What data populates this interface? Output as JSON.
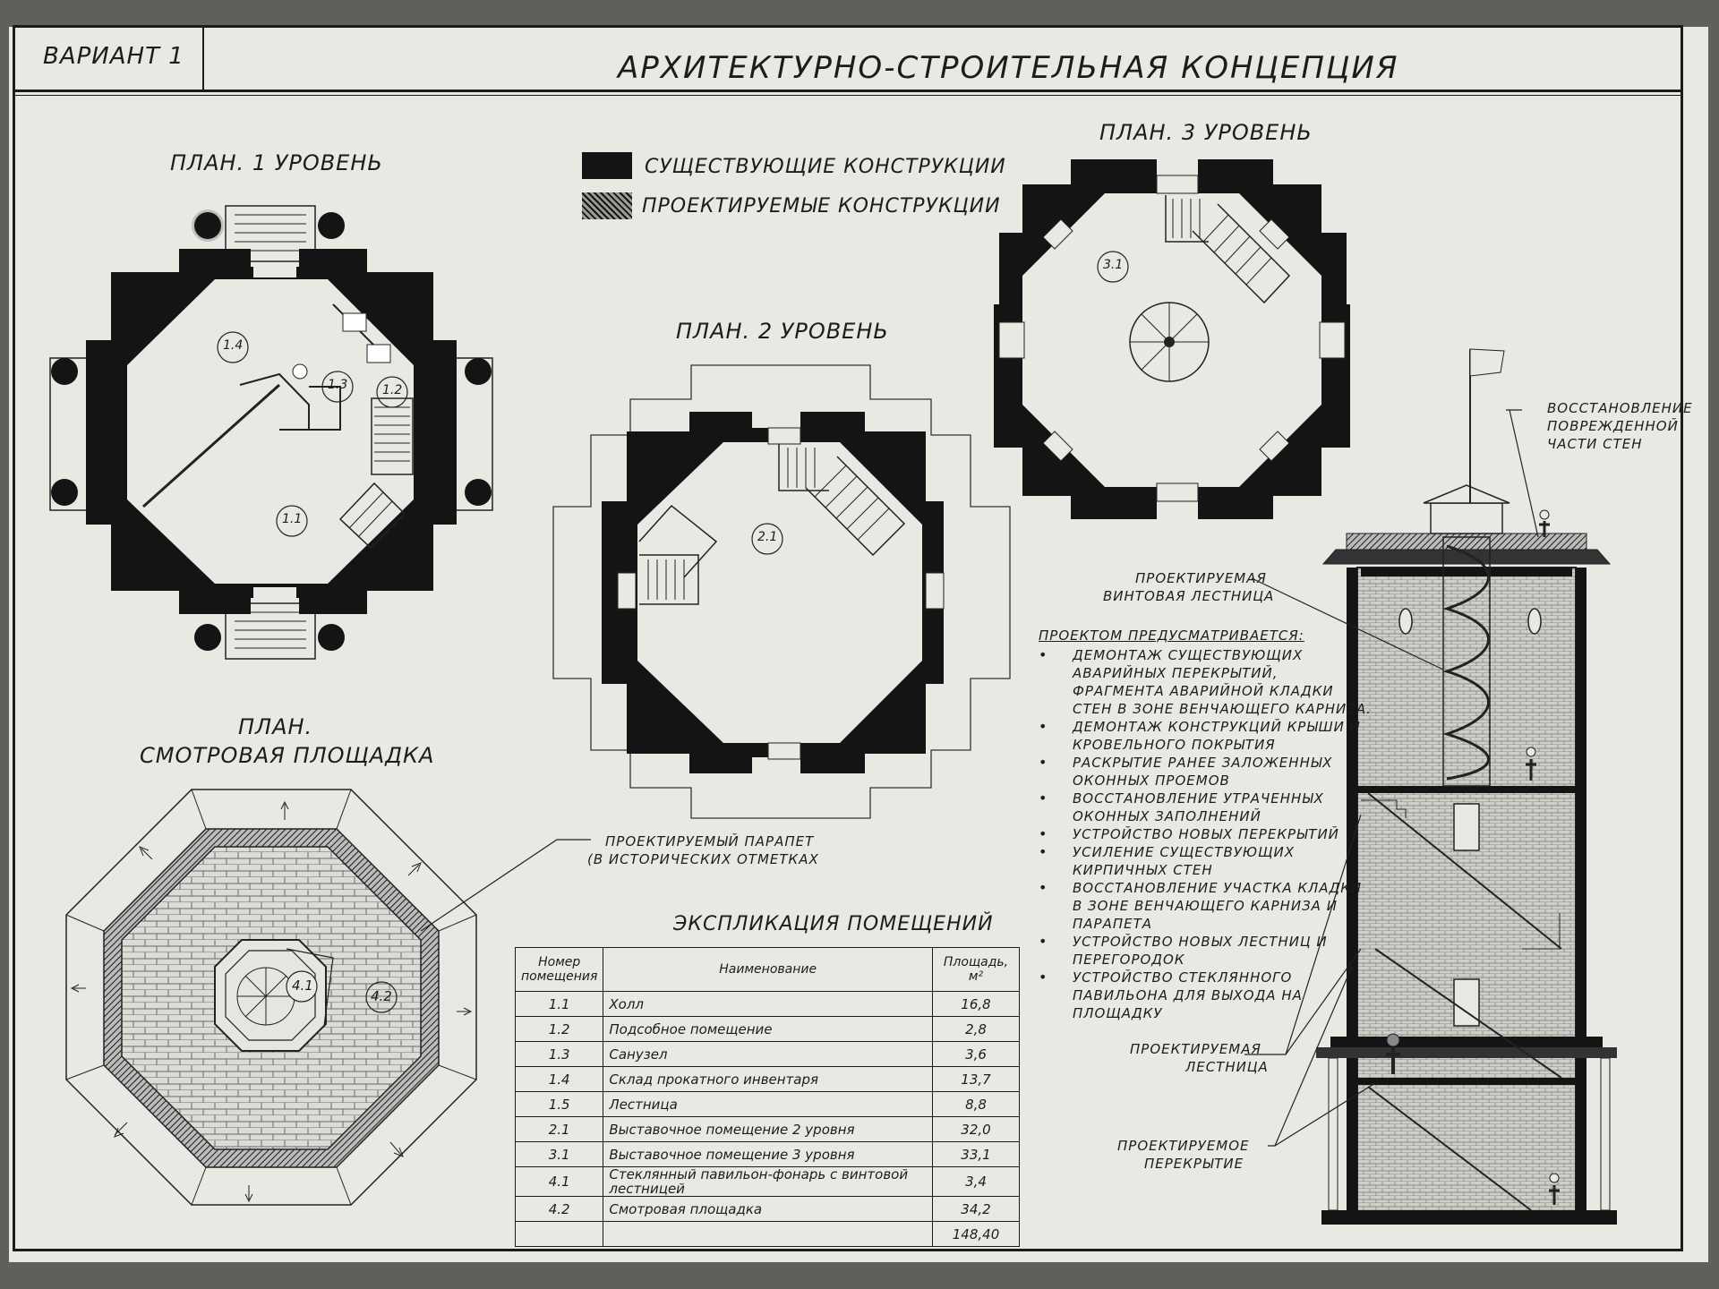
{
  "variant": "ВАРИАНТ 1",
  "title": "АРХИТЕКТУРНО-СТРОИТЕЛЬНАЯ КОНЦЕПЦИЯ",
  "plans": {
    "level1": "ПЛАН. 1 УРОВЕНЬ",
    "level2": "ПЛАН. 2 УРОВЕНЬ",
    "level3": "ПЛАН. 3 УРОВЕНЬ",
    "deck_line1": "ПЛАН.",
    "deck_line2": "СМОТРОВАЯ ПЛОЩАДКА"
  },
  "legend": {
    "existing": "СУЩЕСТВУЮЩИЕ КОНСТРУКЦИИ",
    "designed": "ПРОЕКТИРУЕМЫЕ КОНСТРУКЦИИ",
    "existing_color": "#141414"
  },
  "room_labels": {
    "r11": "1.1",
    "r12": "1.2",
    "r13": "1.3",
    "r14": "1.4",
    "r21": "2.1",
    "r31": "3.1",
    "r41": "4.1",
    "r42": "4.2"
  },
  "annotations": {
    "parapet_line1": "ПРОЕКТИРУЕМЫЙ ПАРАПЕТ",
    "parapet_line2": "(В ИСТОРИЧЕСКИХ ОТМЕТКАХ",
    "restore_line1": "ВОССТАНОВЛЕНИЕ",
    "restore_line2": "ПОВРЕЖДЕННОЙ",
    "restore_line3": "ЧАСТИ СТЕН",
    "spiral_line1": "ПРОЕКТИРУЕМАЯ",
    "spiral_line2": "ВИНТОВАЯ ЛЕСТНИЦА",
    "stair_line1": "ПРОЕКТИРУЕМАЯ",
    "stair_line2": "ЛЕСТНИЦА",
    "floor_line1": "ПРОЕКТИРУЕМОЕ",
    "floor_line2": "ПЕРЕКРЫТИЕ"
  },
  "scope": {
    "heading": "ПРОЕКТОМ ПРЕДУСМАТРИВАЕТСЯ:",
    "items": [
      [
        "ДЕМОНТАЖ СУЩЕСТВУЮЩИХ",
        "АВАРИЙНЫХ ПЕРЕКРЫТИЙ,",
        "ФРАГМЕНТА АВАРИЙНОЙ КЛАДКИ",
        "СТЕН В ЗОНЕ ВЕНЧАЮЩЕГО КАРНИЗА."
      ],
      [
        "ДЕМОНТАЖ КОНСТРУКЦИЙ КРЫШИ И",
        "КРОВЕЛЬНОГО ПОКРЫТИЯ"
      ],
      [
        "РАСКРЫТИЕ РАНЕЕ ЗАЛОЖЕННЫХ",
        "ОКОННЫХ ПРОЕМОВ"
      ],
      [
        "ВОССТАНОВЛЕНИЕ УТРАЧЕННЫХ",
        "ОКОННЫХ ЗАПОЛНЕНИЙ"
      ],
      [
        "УСТРОЙСТВО НОВЫХ ПЕРЕКРЫТИЙ"
      ],
      [
        "УСИЛЕНИЕ СУЩЕСТВУЮЩИХ",
        "КИРПИЧНЫХ СТЕН"
      ],
      [
        "ВОССТАНОВЛЕНИЕ УЧАСТКА КЛАДКИ",
        "В ЗОНЕ ВЕНЧАЮЩЕГО КАРНИЗА И",
        "ПАРАПЕТА"
      ],
      [
        "УСТРОЙСТВО НОВЫХ ЛЕСТНИЦ И",
        "ПЕРЕГОРОДОК"
      ],
      [
        "УСТРОЙСТВО СТЕКЛЯННОГО",
        "ПАВИЛЬОНА ДЛЯ ВЫХОДА НА",
        "ПЛОЩАДКУ"
      ]
    ]
  },
  "explication": {
    "title": "ЭКСПЛИКАЦИЯ ПОМЕЩЕНИЙ",
    "headers": [
      "Номер помещения",
      "Наименование",
      "Площадь, м²"
    ],
    "rows": [
      [
        "1.1",
        "Холл",
        "16,8"
      ],
      [
        "1.2",
        "Подсобное помещение",
        "2,8"
      ],
      [
        "1.3",
        "Санузел",
        "3,6"
      ],
      [
        "1.4",
        "Склад прокатного инвентаря",
        "13,7"
      ],
      [
        "1.5",
        "Лестница",
        "8,8"
      ],
      [
        "2.1",
        "Выставочное помещение 2 уровня",
        "32,0"
      ],
      [
        "3.1",
        "Выставочное помещение 3 уровня",
        "33,1"
      ],
      [
        "4.1",
        "Стеклянный павильон-фонарь с винтовой лестницей",
        "3,4"
      ],
      [
        "4.2",
        "Смотровая площадка",
        "34,2"
      ]
    ],
    "total": "148,40"
  }
}
